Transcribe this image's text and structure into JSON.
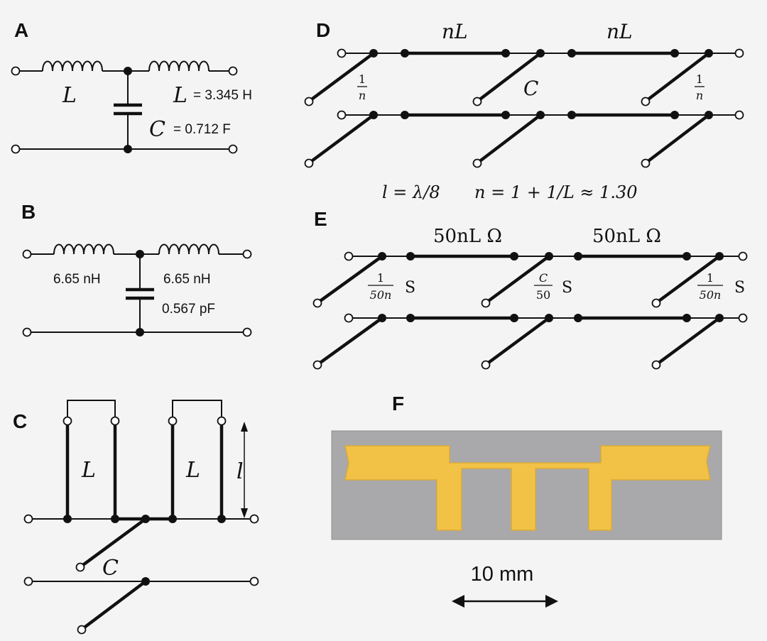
{
  "panels": {
    "a": {
      "label": "A",
      "L_sym": "L",
      "L_value": "= 3.345 H",
      "C_sym": "C",
      "C_value": "= 0.712 F"
    },
    "b": {
      "label": "B",
      "L1": "6.65 nH",
      "L2": "6.65 nH",
      "C": "0.567 pF"
    },
    "c": {
      "label": "C",
      "L1": "L",
      "L2": "L",
      "len": "l",
      "C": "C"
    },
    "d": {
      "label": "D",
      "nL1": "nL",
      "nL2": "nL",
      "frac_num": "1",
      "frac_den": "n",
      "C": "C",
      "eq1": "l = λ/8",
      "eq2": "n = 1 + 1/L ≈ 1.30"
    },
    "e": {
      "label": "E",
      "z1": "50nL Ω",
      "z2": "50nL Ω",
      "stub1_num": "1",
      "stub1_den": "50n",
      "stub1_unit": "S",
      "stub2_num": "C",
      "stub2_den": "50",
      "stub2_unit": "S",
      "stub3_num": "1",
      "stub3_den": "50n",
      "stub3_unit": "S"
    },
    "f": {
      "label": "F",
      "scale": "10 mm"
    }
  },
  "colors": {
    "ink": "#111111",
    "board": "#a9a9ab",
    "copper": "#f2c247",
    "copper_edge": "#d9a93a"
  }
}
